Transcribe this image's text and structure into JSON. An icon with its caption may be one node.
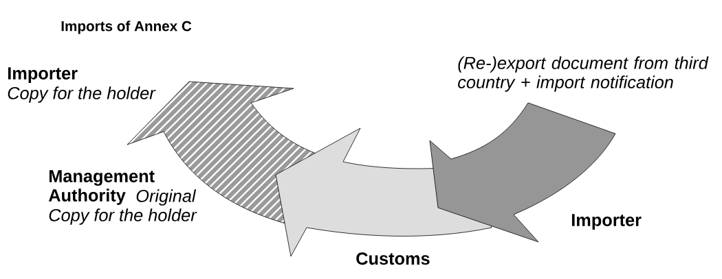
{
  "diagram": {
    "title": "Imports of Annex C",
    "labels": [
      "Importer",
      "Copy for the holder",
      "(Re-)export document from third country + import notification",
      "Management Authority",
      "Original",
      "Copy for the holder",
      "Importer",
      "Customs"
    ]
  }
}
